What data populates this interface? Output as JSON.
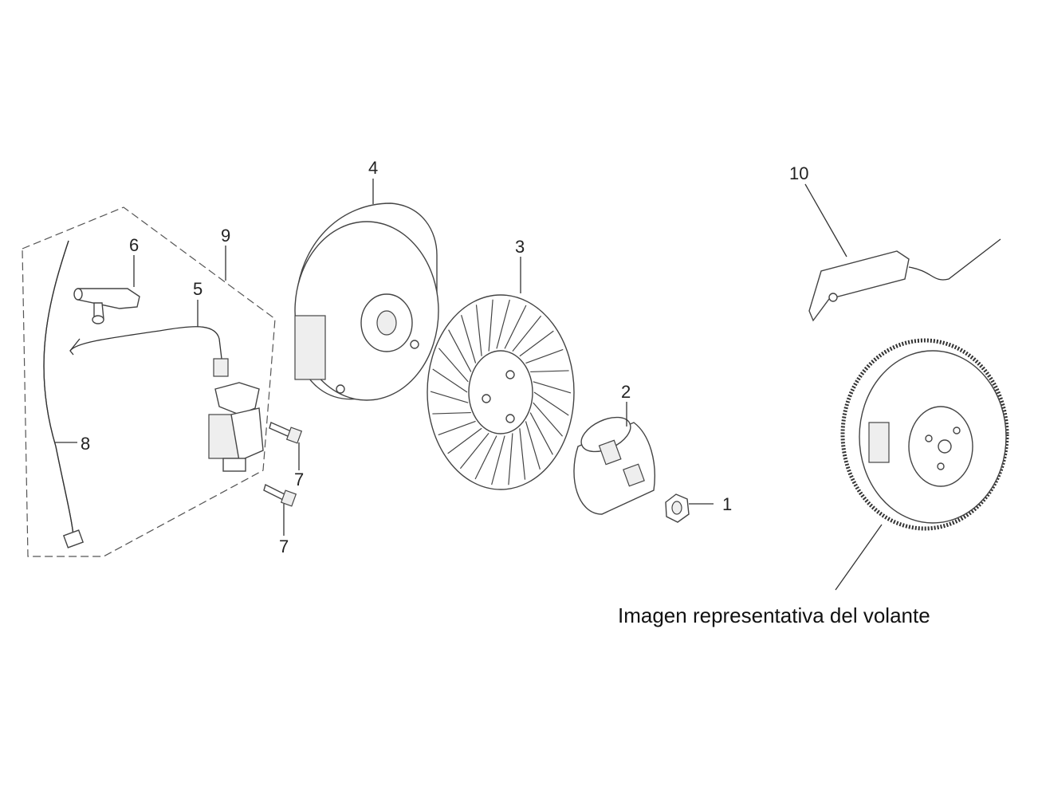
{
  "diagram": {
    "callouts": {
      "c1": "1",
      "c2": "2",
      "c3": "3",
      "c4": "4",
      "c5": "5",
      "c6": "6",
      "c7a": "7",
      "c7b": "7",
      "c8": "8",
      "c9": "9",
      "c10": "10"
    },
    "caption": "Imagen representativa del volante"
  }
}
